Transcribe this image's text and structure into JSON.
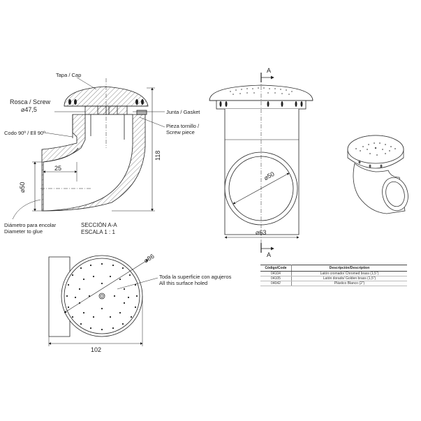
{
  "labels": {
    "cap": "Tapa / Cap",
    "screw": "Rosca / Screw",
    "screw_dim": "⌀47,5",
    "gasket": "Junta / Gasket",
    "screw_piece_1": "Pieza tornillo /",
    "screw_piece_2": "Screw piece",
    "elbow": "Codo 90º / Ell 90º",
    "glue_diam_1": "Diámetro para encolar",
    "glue_diam_2": "Diameter to glue",
    "section_1": "SECCIÓN A-A",
    "section_2": "ESCALA 1 : 1",
    "surface_1": "Toda la superficie con agujeros",
    "surface_2": "All this surface holed",
    "section_mark_top": "A",
    "section_mark_bottom": "A"
  },
  "dimensions": {
    "d25": "25",
    "d50_left": "⌀50",
    "d118": "118",
    "d50_front": "⌀50",
    "d63": "⌀63",
    "d86": "⌀86",
    "d102": "102"
  },
  "table": {
    "headers": [
      "Código/Code",
      "Descripción/Description"
    ],
    "rows": [
      [
        "04104",
        "Latón cromado/ Chromed brass (1,5\")"
      ],
      [
        "04105",
        "Latón dorado/ Golden brass (1,5\")"
      ],
      [
        "04042",
        "Plástico Blanco (2\")"
      ]
    ]
  },
  "colors": {
    "line": "#222222",
    "hatch": "#555555",
    "fill_grey": "#d9d9d9"
  }
}
